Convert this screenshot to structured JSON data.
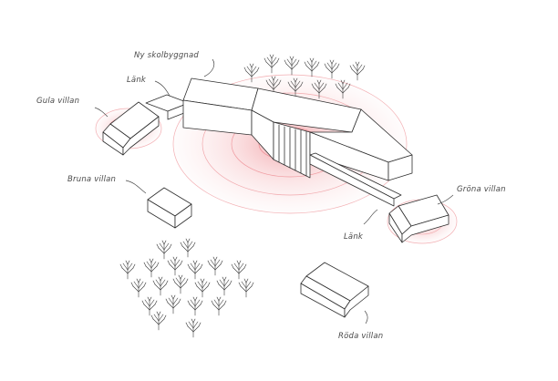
{
  "labels": {
    "new_school": "Ny skolbyggnad",
    "link_top": "Länk",
    "yellow_villa": "Gula villan",
    "brown_villa": "Bruna villan",
    "green_villa": "Gröna villan",
    "link_bottom": "Länk",
    "red_villa": "Röda villan"
  },
  "colors": {
    "halo": "#e8616a",
    "line": "#2f2f2f",
    "text": "#4a4a4a"
  }
}
